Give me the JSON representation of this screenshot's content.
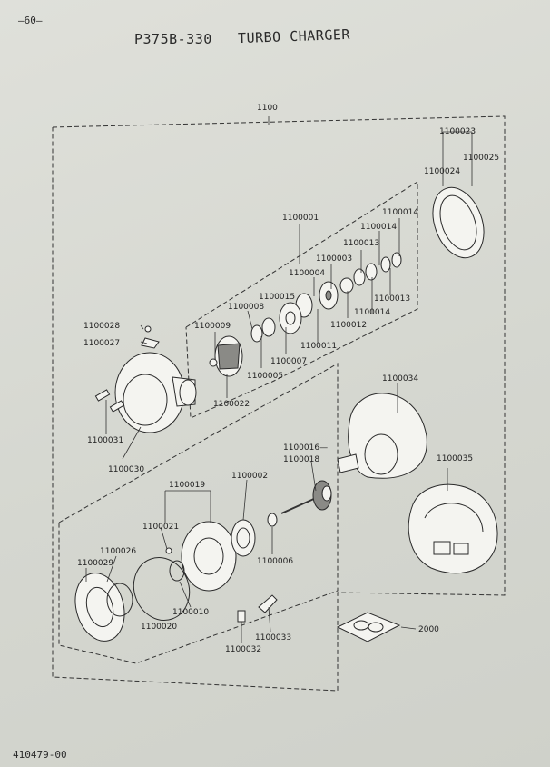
{
  "header": {
    "page_number": "—60—",
    "model_code": "P375B-330",
    "title": "TURBO CHARGER"
  },
  "footer": {
    "doc_number": "410479-00"
  },
  "callouts": {
    "c1100": "1100",
    "c1100023": "1100023",
    "c1100025": "1100025",
    "c1100024": "1100024",
    "c1100014a": "1100014",
    "c1100014b": "1100014",
    "c1100014c": "1100014",
    "c1100001": "1100001",
    "c1100013a": "1100013",
    "c1100013b": "1100013",
    "c1100003": "1100003",
    "c1100004": "1100004",
    "c1100015": "1100015",
    "c1100008": "1100008",
    "c1100012": "1100012",
    "c1100011": "1100011",
    "c1100009": "1100009",
    "c1100028": "1100028",
    "c1100027": "1100027",
    "c1100005": "1100005",
    "c1100007": "1100007",
    "c1100022": "1100022",
    "c1100034": "1100034",
    "c1100031": "1100031",
    "c1100030": "1100030",
    "c1100016": "1100016—",
    "c1100018": "1100018",
    "c1100035": "1100035",
    "c1100002": "1100002",
    "c1100019": "1100019",
    "c1100021": "1100021",
    "c1100026": "1100026",
    "c1100029": "1100029",
    "c1100006": "1100006",
    "c1100010": "1100010",
    "c1100020": "1100020",
    "c1100033": "1100033",
    "c1100032": "1100032",
    "c2000": "2000"
  }
}
